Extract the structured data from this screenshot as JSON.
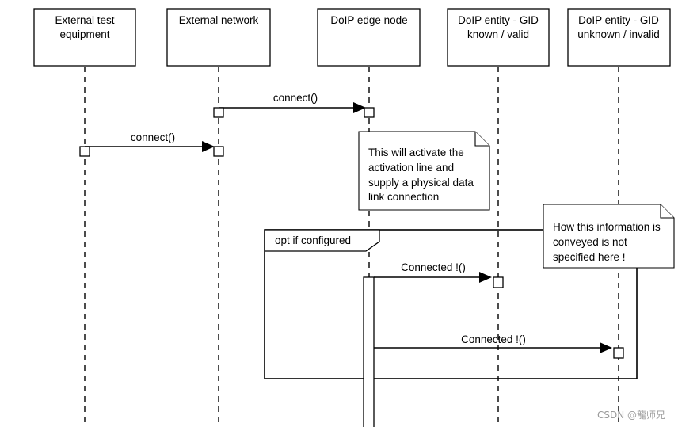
{
  "participants": [
    {
      "line1": "External test",
      "line2": "equipment"
    },
    {
      "line1": "External network",
      "line2": ""
    },
    {
      "line1": "DoIP edge node",
      "line2": ""
    },
    {
      "line1": "DoIP entity  - GID",
      "line2": "known / valid"
    },
    {
      "line1": "DoIP entity  - GID",
      "line2": "unknown / invalid"
    }
  ],
  "messages": [
    {
      "label": "connect()"
    },
    {
      "label": "connect()"
    },
    {
      "label": "Connected !()"
    },
    {
      "label": "Connected !()"
    }
  ],
  "notes": [
    {
      "lines": [
        "This will activate the",
        "activation line and",
        "supply a physical data",
        "link connection"
      ]
    },
    {
      "lines": [
        "How this information is",
        "conveyed is not",
        "specified here !"
      ]
    }
  ],
  "fragment": {
    "label": "opt if configured"
  },
  "watermark": "CSDN @龍师兄"
}
